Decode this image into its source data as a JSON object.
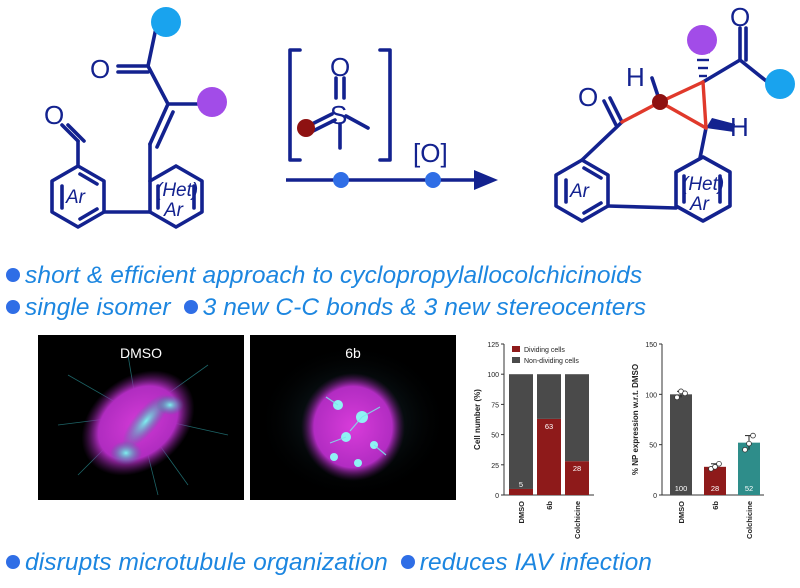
{
  "scheme": {
    "left_carbonyl_o": "O",
    "left_aldehyde_o": "O",
    "left_ring1": "Ar",
    "left_ring2_line1": "(Het)",
    "left_ring2_line2": "Ar",
    "reagent_o": "O",
    "reagent_s": "S",
    "oxidant": "[O]",
    "right_h1": "H",
    "right_h2": "H",
    "right_ketone_o": "O",
    "right_top_o": "O",
    "right_ring1": "Ar",
    "right_ring2_line1": "(Het)",
    "right_ring2_line2": "Ar"
  },
  "bullets": {
    "line1": "short & efficient approach to cyclopropylallocolchicinoids",
    "line2a": "single isomer",
    "line2b": "3 new C-C bonds & 3 new stereocenters",
    "line3a": "disrupts microtubule organization",
    "line3b": "reduces IAV infection"
  },
  "microscopy": {
    "panel1_label": "DMSO",
    "panel2_label": "6b"
  },
  "colors": {
    "structure": "#13228f",
    "bond_red": "#e0392b",
    "blue_ball": "#19a3ee",
    "purple_ball": "#a24ce8",
    "dark_red_ball": "#8e1111",
    "bullet_text": "#1c86e0",
    "bar_dark_gray": "#4a4a4a",
    "bar_red": "#8e1a1a",
    "bar_teal": "#2e8d8a"
  },
  "chart_data": [
    {
      "type": "bar",
      "stacked": true,
      "categories": [
        "DMSO",
        "6b",
        "Colchicine"
      ],
      "series": [
        {
          "name": "Dividing cells",
          "values": [
            5,
            63,
            28
          ]
        },
        {
          "name": "Non-dividing cells",
          "values": [
            95,
            37,
            72
          ]
        }
      ],
      "data_labels": [
        "5",
        "63",
        "28"
      ],
      "ylabel": "Cell number (%)",
      "ylim": [
        0,
        125
      ],
      "yticks": [
        0,
        25,
        50,
        75,
        100,
        125
      ],
      "legend": "top"
    },
    {
      "type": "bar",
      "categories": [
        "DMSO",
        "6b",
        "Colchicine"
      ],
      "values": [
        100,
        28,
        52
      ],
      "data_labels": [
        "100",
        "28",
        "52"
      ],
      "points": [
        [
          97,
          103,
          101
        ],
        [
          26,
          28,
          31
        ],
        [
          45,
          51,
          59
        ]
      ],
      "ylabel": "% NP expression w.r.t. DMSO",
      "ylim": [
        0,
        150
      ],
      "yticks": [
        0,
        50,
        100,
        150
      ]
    }
  ]
}
